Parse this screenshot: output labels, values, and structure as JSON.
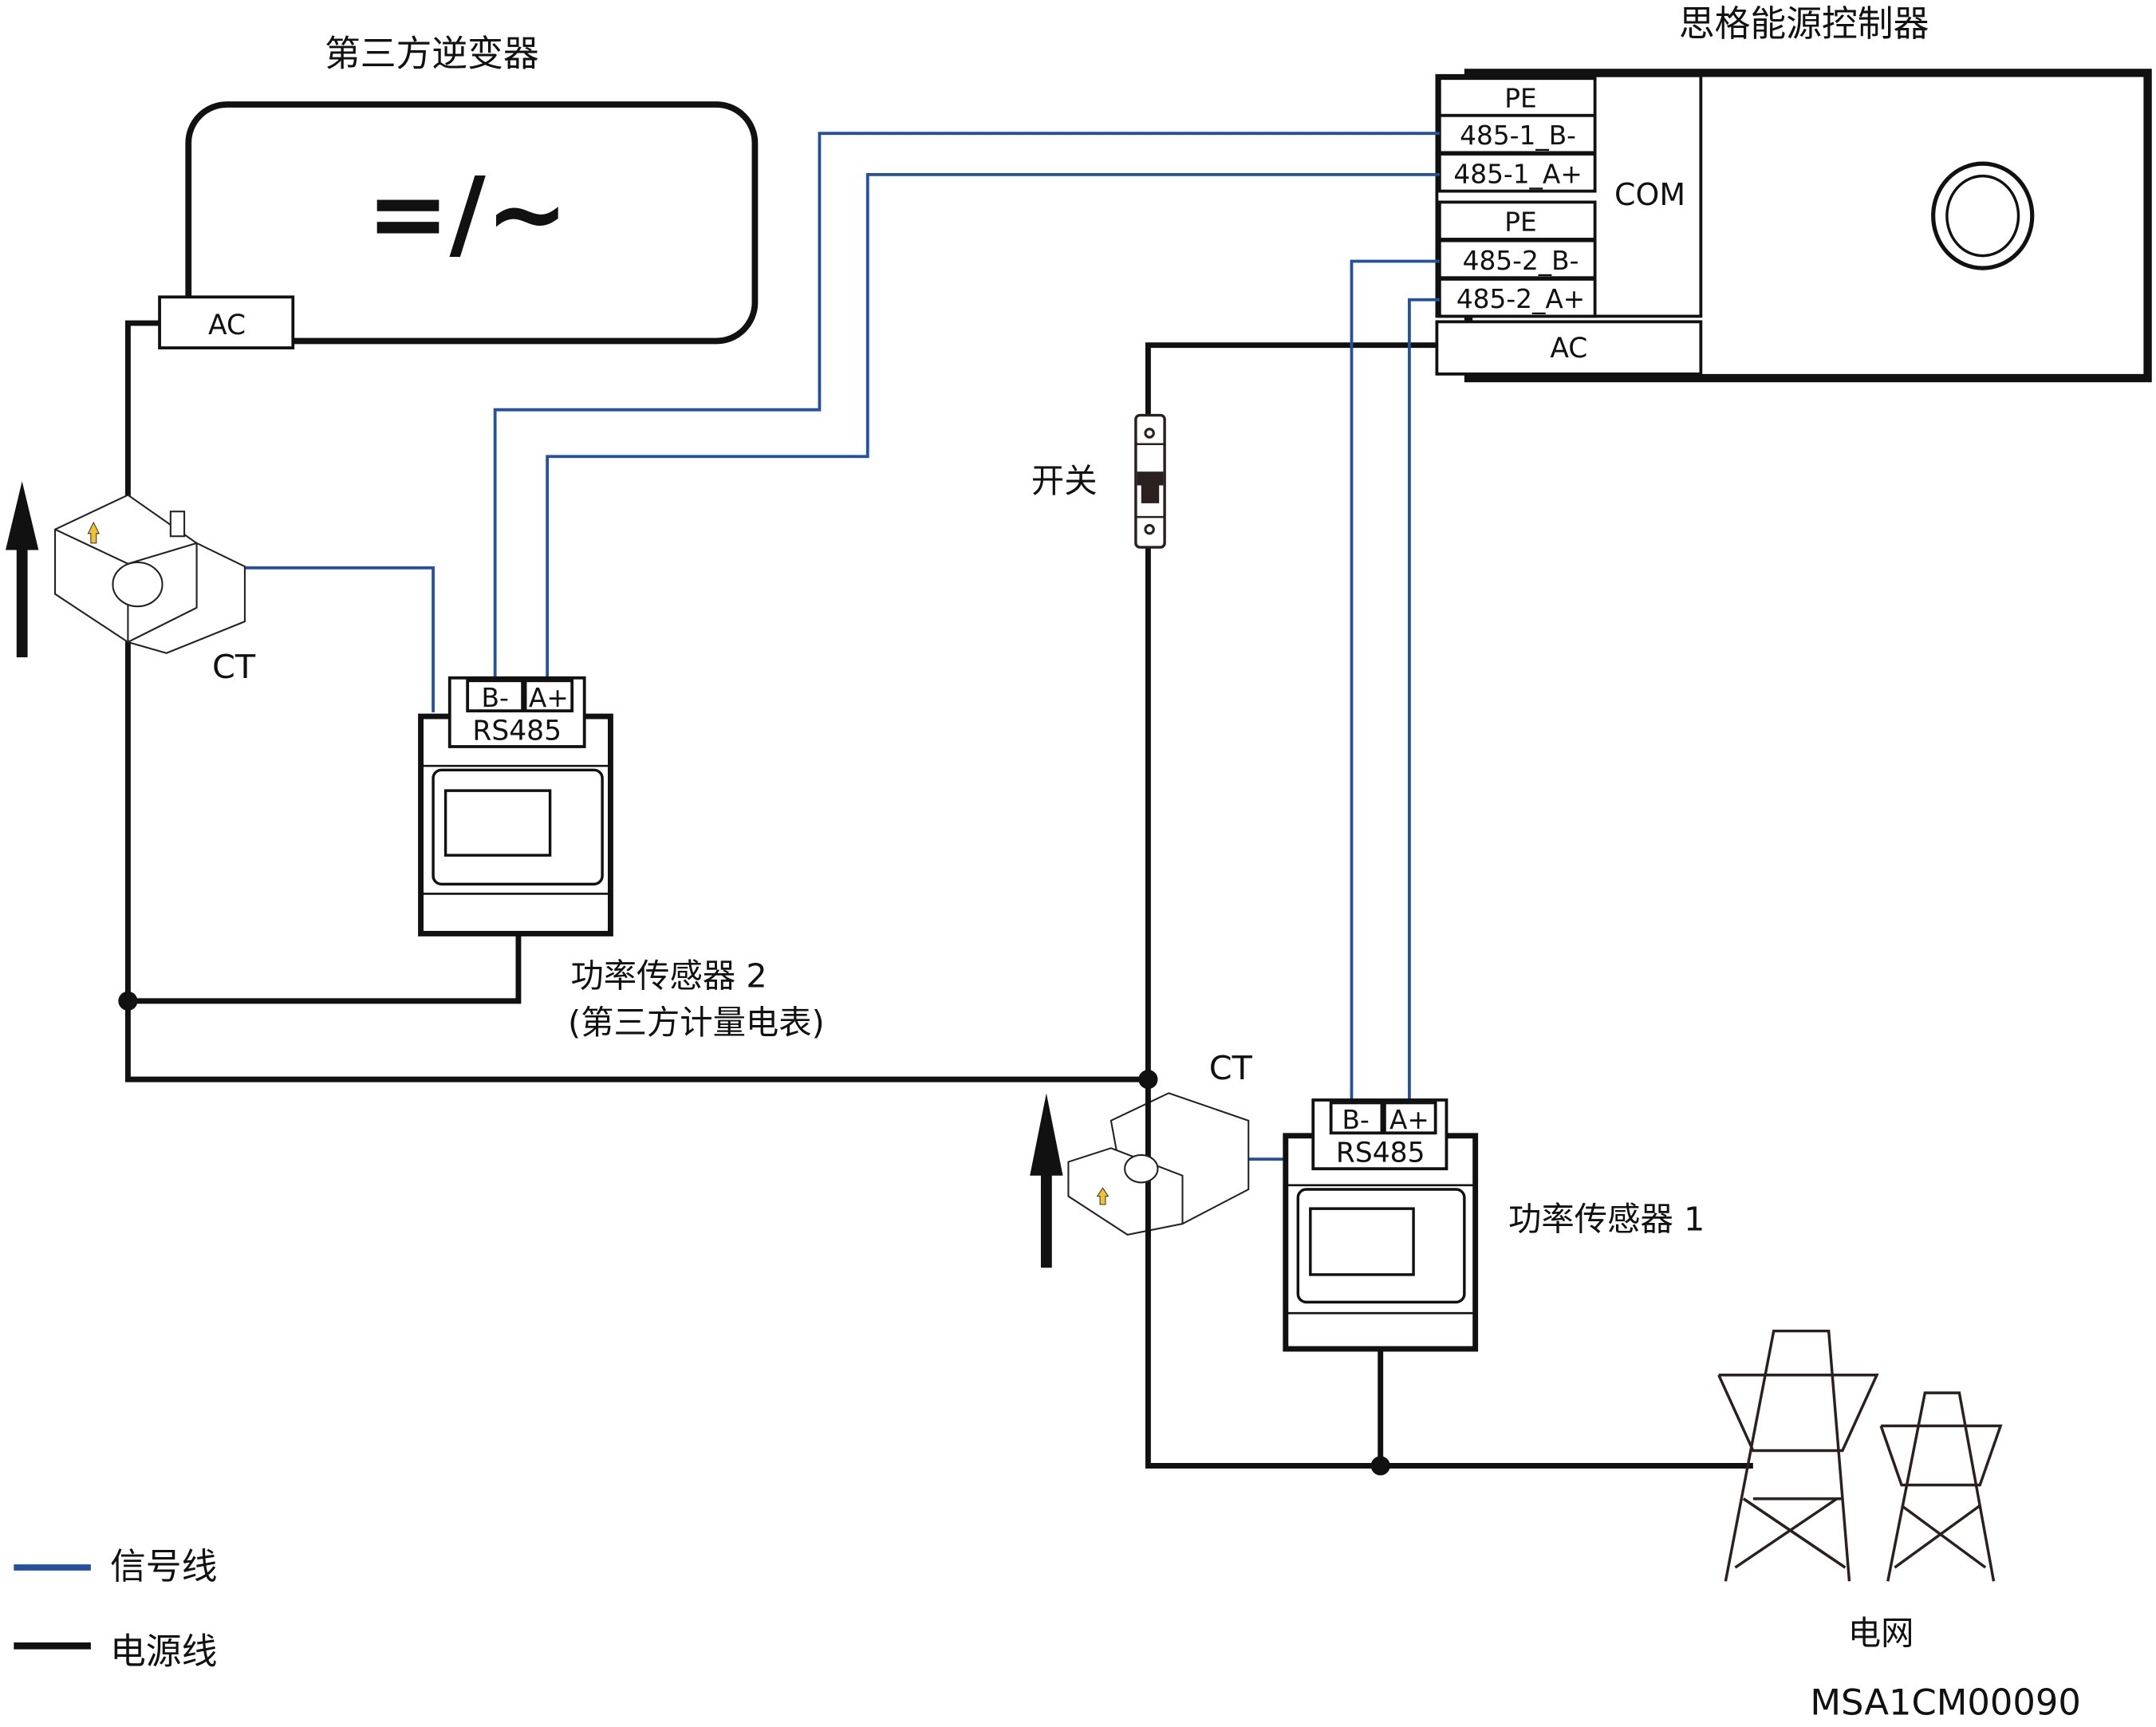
{
  "inverter": {
    "title": "第三方逆变器",
    "symbol": "=/~",
    "port": "AC"
  },
  "controller": {
    "title": "思格能源控制器",
    "ports": [
      "PE",
      "485-1_B-",
      "485-1_A+",
      "PE",
      "485-2_B-",
      "485-2_A+"
    ],
    "com_label": "COM",
    "ac_label": "AC"
  },
  "switch": {
    "label": "开关"
  },
  "ct_left": {
    "label": "CT"
  },
  "ct_right": {
    "label": "CT"
  },
  "meter2": {
    "b_label": "B-",
    "a_label": "A+",
    "bus_label": "RS485",
    "name": "功率传感器 2",
    "subname": "(第三方计量电表)"
  },
  "meter1": {
    "b_label": "B-",
    "a_label": "A+",
    "bus_label": "RS485",
    "name": "功率传感器 1"
  },
  "grid": {
    "label": "电网"
  },
  "legend": {
    "signal": "信号线",
    "power": "电源线",
    "signal_color": "#2350a0",
    "power_color": "#111111"
  },
  "doc_code": "MSA1CM00090"
}
